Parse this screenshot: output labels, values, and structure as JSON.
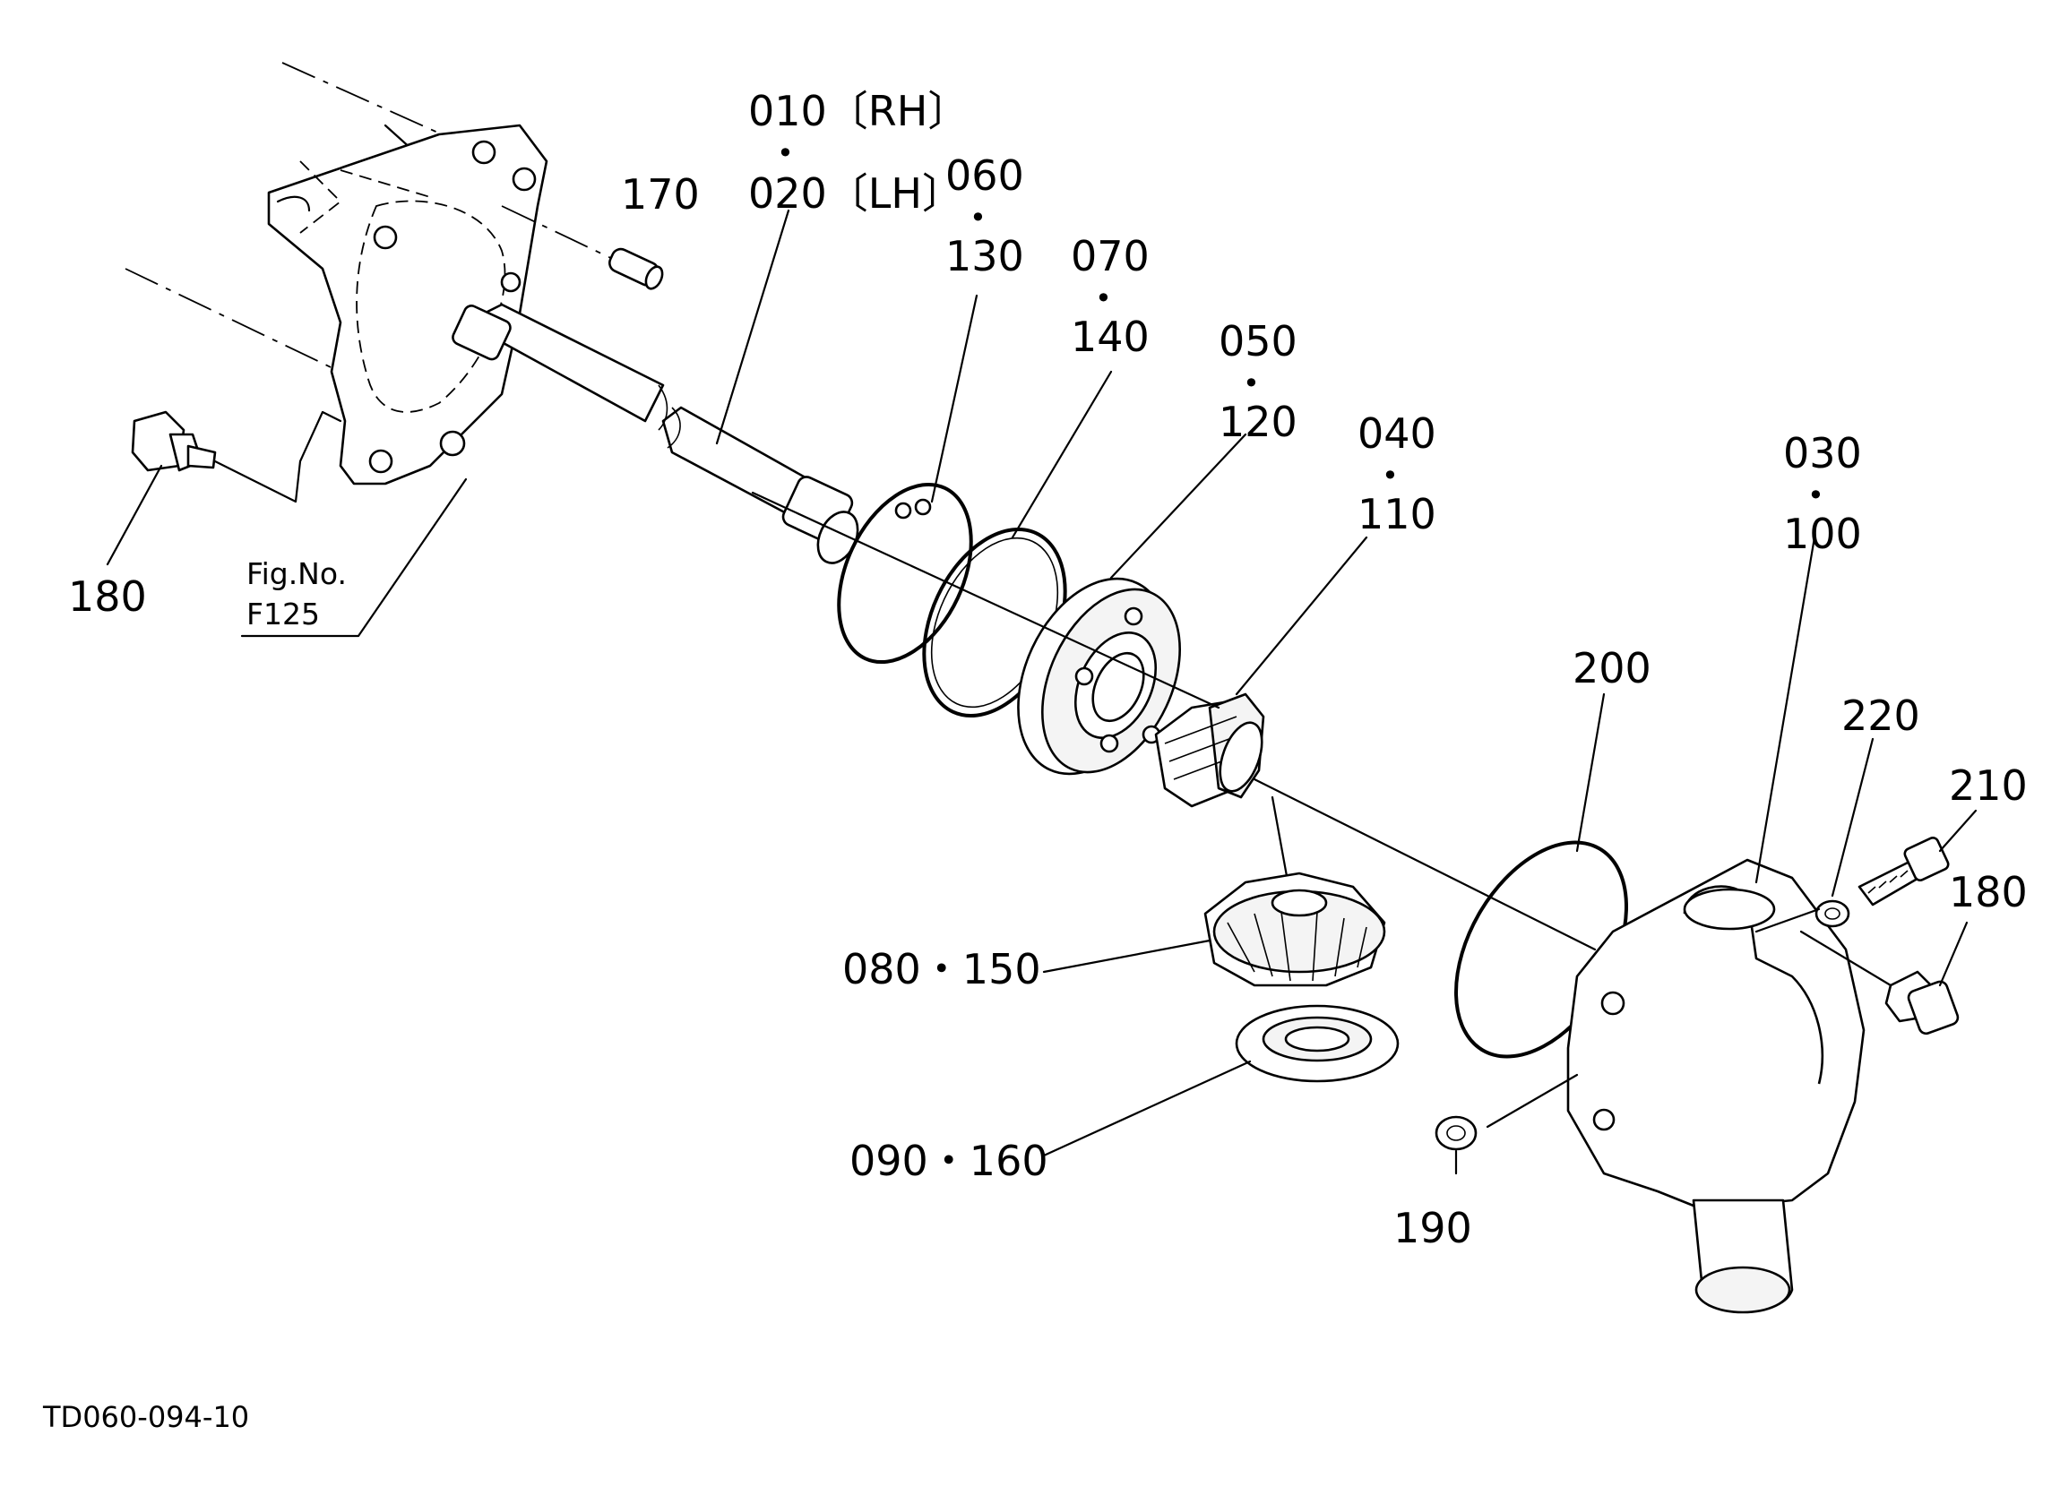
{
  "labels": {
    "l010": "010〔RH〕",
    "l020": "020〔LH〕",
    "l060": "060",
    "l130": "130",
    "l070": "070",
    "l140": "140",
    "l050": "050",
    "l120": "120",
    "l040": "040",
    "l110": "110",
    "l030": "030",
    "l100": "100",
    "l170": "170",
    "l180a": "180",
    "l180b": "180",
    "l200": "200",
    "l220": "220",
    "l210": "210",
    "l190": "190",
    "l080": "080・150",
    "l090": "090・160",
    "fig_no": "Fig.No.",
    "fig_ref": "F125",
    "dot": "•",
    "code": "TD060-094-10"
  }
}
